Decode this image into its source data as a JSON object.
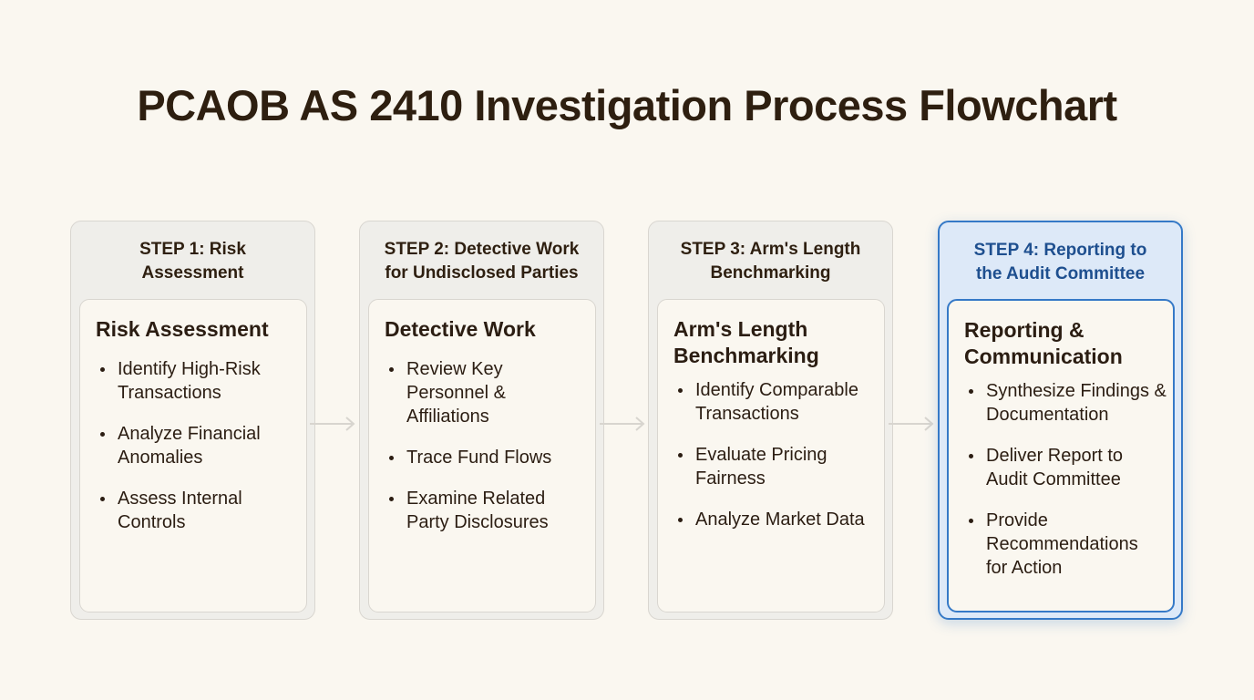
{
  "title": "PCAOB AS 2410 Investigation Process Flowchart",
  "steps": [
    {
      "header": "STEP 1: Risk Assessment",
      "header_lines": [
        "STEP 1: Risk",
        "Assessment"
      ],
      "title": "Risk Assessment",
      "items": [
        "Identify High-Risk Transactions",
        "Analyze Financial Anomalies",
        "Assess Internal Controls"
      ]
    },
    {
      "header": "STEP 2: Detective Work for Undisclosed Parties",
      "header_lines": [
        "STEP 2: Detective Work",
        "for Undisclosed Parties"
      ],
      "title": "Detective Work",
      "items": [
        "Review Key Personnel & Affiliations",
        "Trace Fund Flows",
        "Examine Related Party Disclosures"
      ]
    },
    {
      "header": "STEP 3: Arm's Length Benchmarking",
      "header_lines": [
        "STEP 3: Arm's Length",
        "Benchmarking"
      ],
      "title": "Arm's Length Benchmarking",
      "items": [
        "Identify Comparable Transactions",
        "Evaluate Pricing Fairness",
        "Analyze Market Data"
      ]
    },
    {
      "header": "STEP 4: Reporting to the Audit Committee",
      "header_lines": [
        "STEP 4: Reporting to",
        "the Audit Committee"
      ],
      "title": "Reporting & Communication",
      "items": [
        "Synthesize Findings & Documentation",
        "Deliver Report to Audit Committee",
        "Provide Recommendations for Action"
      ],
      "highlighted": true
    }
  ],
  "colors": {
    "background": "#faf7f0",
    "accent": "#3579c7",
    "text": "#2b1d12"
  }
}
